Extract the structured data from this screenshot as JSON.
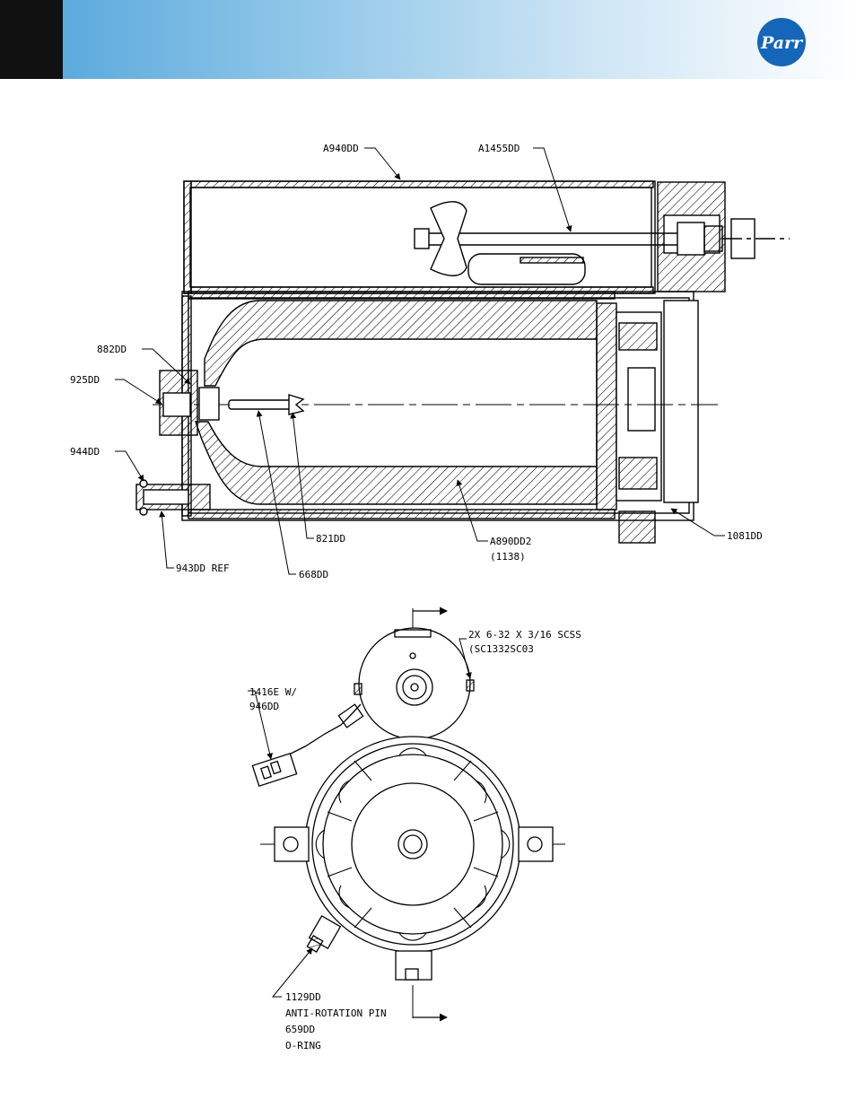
{
  "header": {
    "logo_text": "Parr",
    "accent_color": "#4fa3da",
    "block_color": "#111111"
  },
  "labels": {
    "a940dd": "A940DD",
    "a1455dd": "A1455DD",
    "882dd": "882DD",
    "925dd": "925DD",
    "944dd": "944DD",
    "943dd": "943DD REF",
    "821dd": "821DD",
    "668dd": "668DD",
    "a890dd2": "A890DD2",
    "a890dd2_sub": "(1138)",
    "1081dd": "1081DD",
    "scss_1": "2X 6-32 X 3/16 SCSS",
    "scss_2": "(SC1332SC03",
    "1416e_1": "1416E W/",
    "1416e_2": "946DD",
    "bottom_1": "1129DD",
    "bottom_2": "ANTI-ROTATION PIN",
    "bottom_3": "659DD",
    "bottom_4": "O-RING"
  }
}
